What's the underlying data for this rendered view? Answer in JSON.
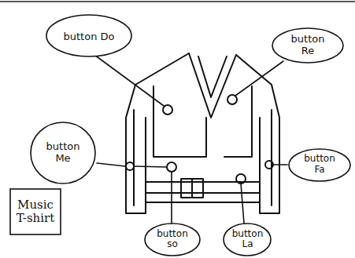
{
  "diagram": {
    "nodes": [
      {
        "text": [
          "button Do"
        ]
      },
      {
        "text": [
          "button Re"
        ]
      },
      {
        "text": [
          "button Me"
        ]
      },
      {
        "text": [
          "button Fa"
        ]
      },
      {
        "text": [
          "Music T-shirt"
        ]
      },
      {
        "text": [
          "button so"
        ]
      },
      {
        "text": [
          "button La"
        ]
      }
    ]
  }
}
